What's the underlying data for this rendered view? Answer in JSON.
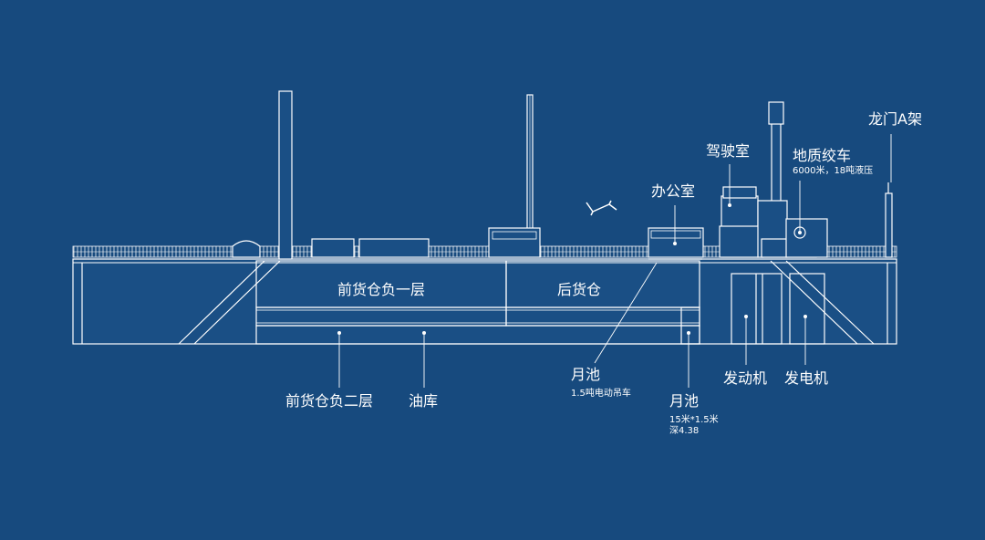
{
  "labels": {
    "front_hold_1": "前货仓负一层",
    "rear_hold": "后货仓",
    "front_hold_2": "前货仓负二层",
    "oil_depot": "油库",
    "office": "办公室",
    "bridge": "驾驶室",
    "geo_winch": "地质绞车",
    "geo_winch_spec": "6000米，18吨液压",
    "a_frame": "龙门A架",
    "moon_pool_1": "月池",
    "moon_pool_1_spec": "1.5吨电动吊车",
    "moon_pool_2": "月池",
    "moon_pool_2_spec_1": "15米*1.5米",
    "moon_pool_2_spec_2": "深4.38",
    "engine": "发动机",
    "generator": "发电机"
  },
  "colors": {
    "background": "#174a7e",
    "hull_fill": "#1a4f85",
    "line": "#ffffff"
  }
}
